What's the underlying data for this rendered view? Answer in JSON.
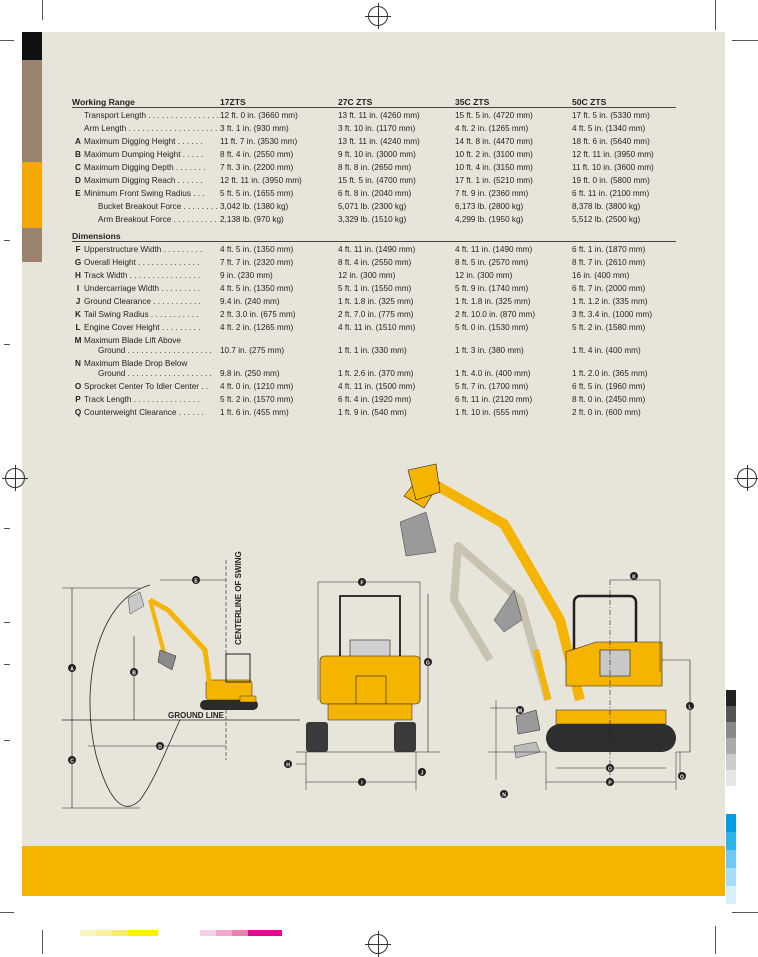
{
  "working_range": {
    "title": "Working Range",
    "models": [
      "17ZTS",
      "27C ZTS",
      "35C ZTS",
      "50C ZTS"
    ],
    "rows": [
      {
        "letter": "",
        "label": "Transport Length . . . . . . . . . . . . . . . .",
        "v1": "12 ft. 0 in. (3660 mm)",
        "v2": "13 ft. 11 in. (4260 mm)",
        "v3": "15 ft. 5 in. (4720 mm)",
        "v4": "17 ft. 5 in. (5330 mm)"
      },
      {
        "letter": "",
        "label": "Arm Length . . . . . . . . . . . . . . . . . . . .",
        "v1": "3 ft. 1 in. (930 mm)",
        "v2": "3 ft. 10 in. (1170 mm)",
        "v3": "4 ft. 2 in. (1265 mm)",
        "v4": "4 ft. 5 in. (1340 mm)"
      },
      {
        "letter": "A",
        "label": "Maximum Digging Height . . . . . .",
        "v1": "11 ft. 7 in. (3530 mm)",
        "v2": "13 ft. 11 in. (4240 mm)",
        "v3": "14 ft. 8 in. (4470 mm)",
        "v4": "18 ft. 6 in. (5640 mm)"
      },
      {
        "letter": "B",
        "label": "Maximum Dumping Height . . . . .",
        "v1": "8 ft. 4 in. (2550 mm)",
        "v2": "9 ft. 10 in. (3000 mm)",
        "v3": "10 ft. 2 in. (3100 mm)",
        "v4": "12 ft. 11 in. (3950 mm)"
      },
      {
        "letter": "C",
        "label": "Maximum Digging Depth . . . . . . .",
        "v1": "7 ft. 3 in. (2200 mm)",
        "v2": "8 ft. 8 in. (2650 mm)",
        "v3": "10 ft. 4 in. (3150 mm)",
        "v4": "11 ft. 10 in. (3600 mm)"
      },
      {
        "letter": "D",
        "label": "Maximum Digging Reach . . . . . .",
        "v1": "12 ft. 11 in. (3950 mm)",
        "v2": "15 ft. 5 in. (4700 mm)",
        "v3": "17 ft. 1 in. (5210 mm)",
        "v4": "19 ft. 0 in. (5800 mm)"
      },
      {
        "letter": "E",
        "label": "Minimum Front Swing Radius . . .",
        "v1": "5 ft. 5 in. (1655 mm)",
        "v2": "6 ft. 8 in. (2040 mm)",
        "v3": "7 ft. 9 in. (2360 mm)",
        "v4": "6 ft. 11 in. (2100 mm)"
      },
      {
        "letter": "",
        "label": "Bucket Breakout Force . . . . . . . .",
        "v1": "3,042 lb. (1380 kg)",
        "v2": "5,071 lb. (2300 kg)",
        "v3": "6,173 lb. (2800 kg)",
        "v4": "8,378 lb. (3800 kg)",
        "indent": true
      },
      {
        "letter": "",
        "label": "Arm Breakout Force . . . . . . . . . .",
        "v1": "2,138 lb. (970 kg)",
        "v2": "3,329 lb. (1510 kg)",
        "v3": "4,299 lb. (1950 kg)",
        "v4": "5,512 lb. (2500 kg)",
        "indent": true
      }
    ]
  },
  "dimensions": {
    "title": "Dimensions",
    "rows": [
      {
        "letter": "F",
        "label": "Upperstructure Width . . . . . . . . .",
        "v1": "4 ft. 5 in. (1350 mm)",
        "v2": "4 ft. 11 in. (1490 mm)",
        "v3": "4 ft. 11 in. (1490 mm)",
        "v4": "6 ft. 1 in. (1870 mm)"
      },
      {
        "letter": "G",
        "label": "Overall Height . . . . . . . . . . . . . .",
        "v1": "7 ft. 7 in. (2320 mm)",
        "v2": "8 ft. 4 in. (2550 mm)",
        "v3": "8 ft. 5 in. (2570 mm)",
        "v4": "8 ft. 7 in. (2610 mm)"
      },
      {
        "letter": "H",
        "label": "Track Width . . . . . . . . . . . . . . . .",
        "v1": "9 in. (230 mm)",
        "v2": "12 in. (300 mm)",
        "v3": "12 in. (300 mm)",
        "v4": "16 in. (400 mm)"
      },
      {
        "letter": "I",
        "label": "Undercarriage Width . . . . . . . . .",
        "v1": "4 ft. 5 in. (1350 mm)",
        "v2": "5 ft. 1 in. (1550 mm)",
        "v3": "5 ft. 9 in. (1740 mm)",
        "v4": "6 ft. 7 in. (2000 mm)"
      },
      {
        "letter": "J",
        "label": "Ground Clearance . . . . . . . . . . .",
        "v1": "9.4 in. (240 mm)",
        "v2": "1 ft. 1.8 in. (325 mm)",
        "v3": "1 ft. 1.8 in. (325 mm)",
        "v4": "1 ft. 1.2 in. (335 mm)"
      },
      {
        "letter": "K",
        "label": "Tail Swing Radius . . . . . . . . . . .",
        "v1": "2 ft. 3.0 in. (675 mm)",
        "v2": "2 ft. 7.0 in. (775 mm)",
        "v3": "2 ft. 10.0 in. (870 mm)",
        "v4": "3 ft. 3.4 in. (1000 mm)"
      },
      {
        "letter": "L",
        "label": "Engine Cover Height . . . . . . . . .",
        "v1": "4 ft. 2 in. (1265 mm)",
        "v2": "4 ft. 11 in. (1510 mm)",
        "v3": "5 ft. 0 in. (1530 mm)",
        "v4": "5 ft. 2 in. (1580 mm)"
      },
      {
        "letter": "M",
        "label": "Maximum Blade Lift Above",
        "v1": "",
        "v2": "",
        "v3": "",
        "v4": ""
      },
      {
        "letter": "",
        "label": "Ground . . . . . . . . . . . . . . . . . . .",
        "v1": "10.7 in. (275 mm)",
        "v2": "1 ft. 1 in. (330 mm)",
        "v3": "1 ft. 3 in. (380 mm)",
        "v4": "1 ft. 4 in. (400 mm)",
        "tight": true
      },
      {
        "letter": "N",
        "label": "Maximum Blade Drop Below",
        "v1": "",
        "v2": "",
        "v3": "",
        "v4": ""
      },
      {
        "letter": "",
        "label": "Ground . . . . . . . . . . . . . . . . . . .",
        "v1": "9.8 in. (250 mm)",
        "v2": "1 ft. 2.6 in. (370 mm)",
        "v3": "1 ft. 4.0 in. (400 mm)",
        "v4": "1 ft. 2.0 in. (365 mm)",
        "tight": true
      },
      {
        "letter": "O",
        "label": "Sprocket Center To Idler Center . .",
        "v1": "4 ft. 0 in. (1210 mm)",
        "v2": "4 ft. 11 in. (1500 mm)",
        "v3": "5 ft. 7 in. (1700 mm)",
        "v4": "6 ft. 5 in. (1960 mm)"
      },
      {
        "letter": "P",
        "label": "Track Length . . . . . . . . . . . . . . .",
        "v1": "5 ft. 2 in. (1570 mm)",
        "v2": "6 ft. 4 in. (1920 mm)",
        "v3": "6 ft. 11 in. (2120 mm)",
        "v4": "8 ft. 0 in. (2450 mm)"
      },
      {
        "letter": "Q",
        "label": "Counterweight Clearance . . . . . .",
        "v1": "1 ft. 6 in. (455 mm)",
        "v2": "1 ft. 9 in. (540 mm)",
        "v3": "1 ft. 10 in. (555 mm)",
        "v4": "2 ft. 0 in. (600 mm)"
      }
    ]
  },
  "diagrams": {
    "ground_line": "GROUND LINE",
    "centerline": "CENTERLINE OF SWING",
    "markers": [
      "A",
      "B",
      "C",
      "D",
      "E",
      "F",
      "G",
      "H",
      "I",
      "J",
      "K",
      "L",
      "M",
      "N",
      "O",
      "P",
      "Q"
    ]
  },
  "colors": {
    "machine_yellow": "#f5b400",
    "sheet": "#e7e4da",
    "ink": "#231f20"
  }
}
